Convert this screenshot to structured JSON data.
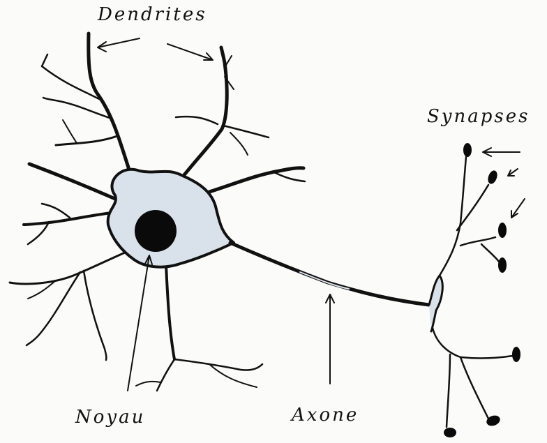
{
  "labels": {
    "dendrites": "Dendrites",
    "synapses": "Synapses",
    "noyau": "Noyau",
    "axone": "Axone"
  },
  "colors": {
    "ink": "#111111",
    "cytoplasm": "#d9e2ea",
    "nucleus": "#0a0a0a",
    "background": "#fbfbfa"
  }
}
